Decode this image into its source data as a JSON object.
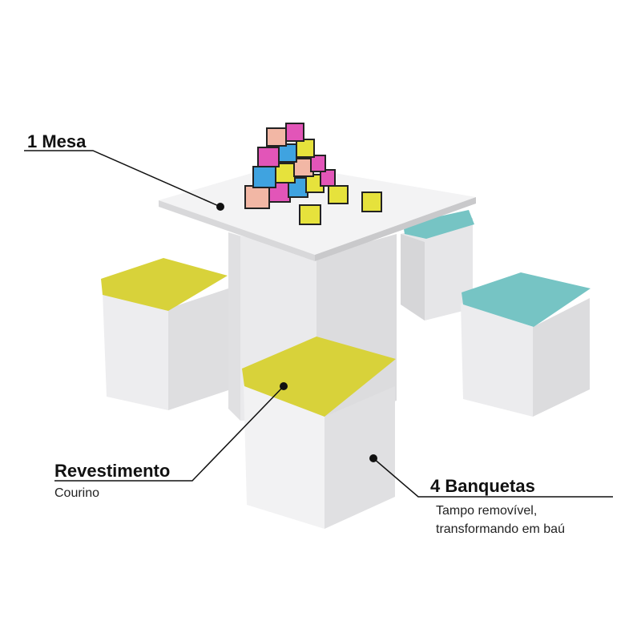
{
  "callouts": {
    "mesa": {
      "title": "1 Mesa"
    },
    "revestimento": {
      "title": "Revestimento",
      "subtitle": "Courino"
    },
    "banquetas": {
      "title": "4 Banquetas",
      "line1": "Tampo removível,",
      "line2": "transformando em baú"
    }
  },
  "colors": {
    "furniture_white": "#f1f1f2",
    "furniture_shadow": "#d9d9db",
    "yellow_seat": "#d8d23a",
    "teal_seat": "#76c4c4",
    "leader_line": "#111111",
    "cube_pink": "#e255b8",
    "cube_blue": "#3fa3e0",
    "cube_yellow": "#e6e23c",
    "cube_peach": "#f2b7a5",
    "cube_black": "#222222"
  }
}
